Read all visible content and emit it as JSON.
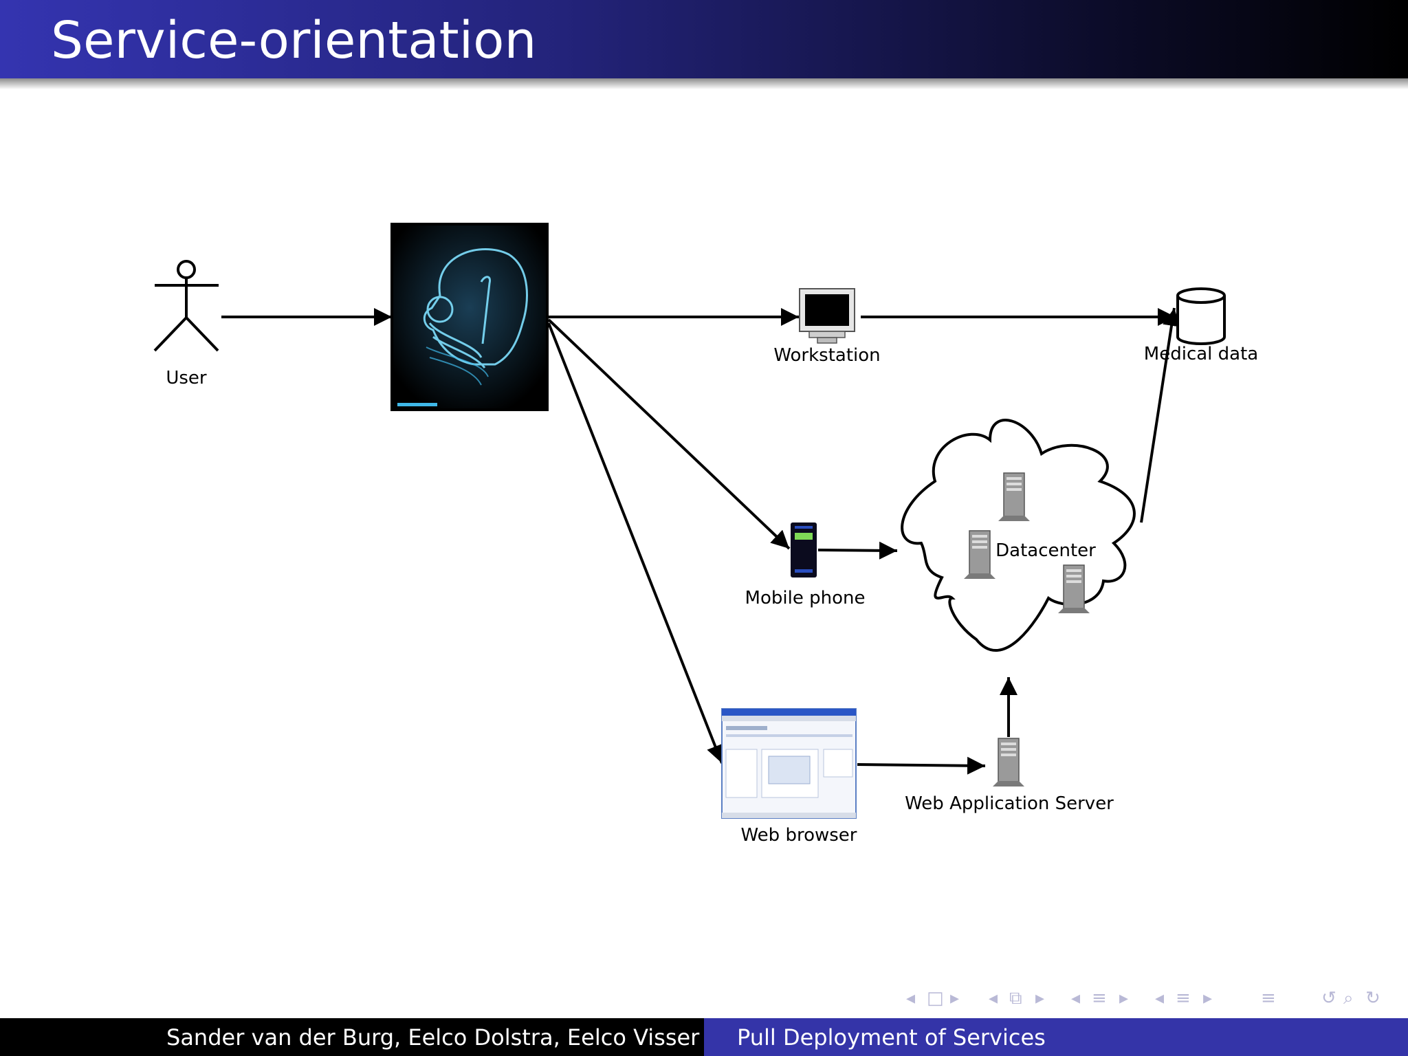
{
  "slide": {
    "title": "Service-orientation"
  },
  "diagram": {
    "nodes": {
      "user": "User",
      "workstation": "Workstation",
      "medical_data": "Medical data",
      "mobile_phone": "Mobile phone",
      "datacenter": "Datacenter",
      "web_browser": "Web browser",
      "web_app_server": "Web Application Server"
    },
    "edges": [
      {
        "from": "user",
        "to": "xray-image"
      },
      {
        "from": "xray-image",
        "to": "workstation"
      },
      {
        "from": "workstation",
        "to": "medical_data"
      },
      {
        "from": "xray-image",
        "to": "mobile_phone"
      },
      {
        "from": "xray-image",
        "to": "web_browser"
      },
      {
        "from": "mobile_phone",
        "to": "datacenter"
      },
      {
        "from": "web_browser",
        "to": "web_app_server"
      },
      {
        "from": "web_app_server",
        "to": "datacenter"
      },
      {
        "from": "datacenter",
        "to": "medical_data"
      }
    ]
  },
  "footer": {
    "authors": "Sander van der Burg, Eelco Dolstra, Eelco Visser",
    "talk_title": "Pull Deployment of Services"
  },
  "navigation": {
    "icons": [
      "nav-prev-frame-icon",
      "nav-frame-icon",
      "nav-next-frame-icon",
      "nav-prev-subsection-icon",
      "nav-subsection-icon",
      "nav-next-subsection-icon",
      "nav-prev-section-icon",
      "nav-section-icon",
      "nav-next-section-icon",
      "nav-prev-outline-icon",
      "nav-outline-icon",
      "nav-next-outline-icon",
      "nav-menu-icon",
      "nav-back-icon",
      "nav-search-icon",
      "nav-forward-icon"
    ]
  },
  "colors": {
    "title_gradient_start": "#3434b0",
    "title_gradient_end": "#000000",
    "footer_left": "#000000",
    "footer_right": "#3434a8"
  }
}
